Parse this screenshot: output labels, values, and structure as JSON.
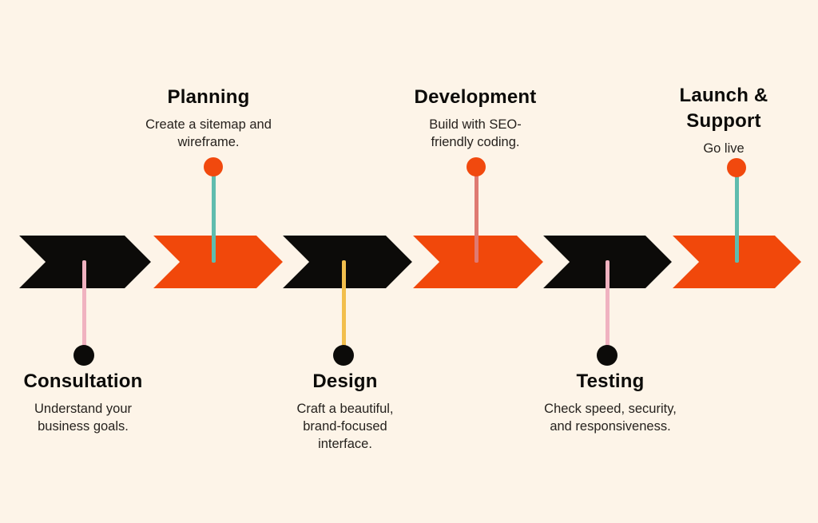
{
  "diagram": {
    "type": "process-timeline",
    "subject": "Website project phases"
  },
  "colors": {
    "background": "#fdf4e8",
    "chevron_black": "#0c0b09",
    "chevron_orange": "#f1480b",
    "gap_cream": "#fdf4e8",
    "dot_orange": "#f1490e",
    "dot_black": "#0c0b09",
    "line_teal": "#5fbcae",
    "line_pink": "#f0b2c0",
    "line_yellow": "#f2bf4d",
    "line_salmon": "#df7a72"
  },
  "stages": [
    {
      "title": "Consultation",
      "position": "below",
      "lines": [
        "Understand your",
        "business goals."
      ]
    },
    {
      "title": "Planning",
      "position": "above",
      "lines": [
        "Create a sitemap and",
        "wireframe."
      ]
    },
    {
      "title": "Design",
      "position": "below",
      "lines": [
        "Craft a beautiful,",
        "brand-focused",
        "interface."
      ]
    },
    {
      "title": "Development",
      "position": "above",
      "lines": [
        "Build with SEO-",
        "friendly coding."
      ]
    },
    {
      "title": "Testing",
      "position": "below",
      "lines": [
        "Check speed, security,",
        "and responsiveness."
      ]
    },
    {
      "title": "Launch & Support",
      "position": "above",
      "lines": [
        "Go live"
      ]
    }
  ]
}
